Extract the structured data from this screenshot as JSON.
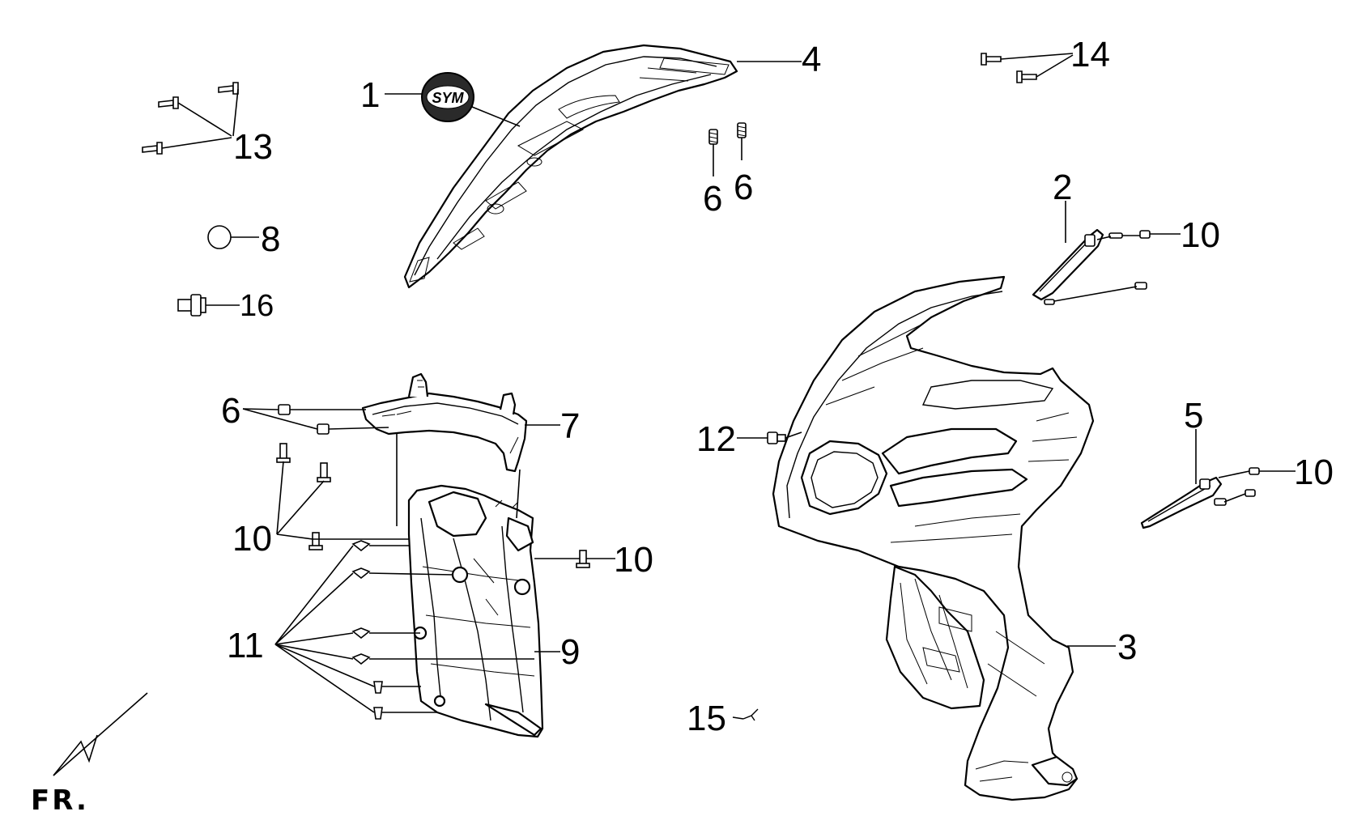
{
  "diagram": {
    "type": "exploded parts diagram",
    "callouts": {
      "c1": "1",
      "c2": "2",
      "c3": "3",
      "c4": "4",
      "c5": "5",
      "c6a": "6",
      "c6b": "6",
      "c6c": "6",
      "c7": "7",
      "c8": "8",
      "c9": "9",
      "c10a": "10",
      "c10b": "10",
      "c10c": "10",
      "c10d": "10",
      "c11": "11",
      "c12": "12",
      "c13": "13",
      "c14": "14",
      "c15": "15",
      "c16": "16"
    },
    "emblem_text": "SYM",
    "direction_label": "FR."
  }
}
